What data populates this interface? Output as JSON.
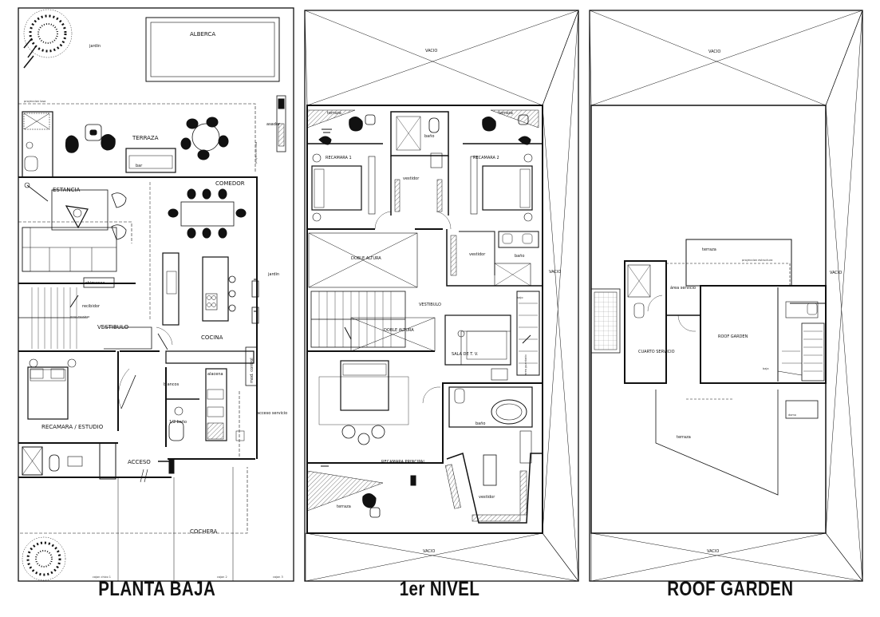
{
  "panels": {
    "planta_baja": {
      "title": "PLANTA BAJA",
      "labels": {
        "jardin_top": "jardin",
        "alberca": "ALBERCA",
        "asador": "asador",
        "terraza": "TERRAZA",
        "bar": "bar",
        "estancia": "ESTANCIA",
        "comedor": "COMEDOR",
        "jardin_right": "jardin",
        "chimenea": "chimenea",
        "recibidor": "recibidor",
        "vestibulo": "VESTIBULO",
        "cocina": "COCINA",
        "blancos": "blancos",
        "alacena": "alacena",
        "mod_control": "mod. control",
        "recamara_estudio": "RECAMARA / ESTUDIO",
        "medio_bano": "1/2 baño",
        "acceso_servicio": "acceso servicio",
        "acceso": "ACCESO",
        "cochera": "COCHERA",
        "proy_losa": "proyeccion losa",
        "proy_losa_v": "proyeccion losa",
        "proy_escalera": "proy. escalera",
        "cajon_chico": "cajon chico 1",
        "cajon2": "cajon 2",
        "cajon3": "cajon 3"
      }
    },
    "primer_nivel": {
      "title": "1er NIVEL",
      "labels": {
        "vacio_top": "VACIO",
        "terraza_l": "terraza",
        "terraza_r": "terraza",
        "bano1": "baño",
        "recamara1": "RECAMARA 1",
        "recamara2": "RECAMARA 2",
        "vestidor1": "vestidor",
        "vestidor2": "vestidor",
        "bano2": "baño",
        "vacio_right": "VACIO",
        "doble_altura1": "DOBLE ALTURA",
        "vestibulo": "VESTIBULO",
        "doble_altura2": "DOBLE ALTURA",
        "sala_tv": "SALA DE T. V.",
        "area_guardado": "area guardado",
        "bajo": "bajo",
        "bano3": "baño",
        "recamara_principal": "RECAMARA PRINCIPAL",
        "vestidor3": "vestidor",
        "terraza_b": "terraza",
        "vacio_bottom": "VACIO"
      }
    },
    "roof_garden": {
      "title": "ROOF GARDEN",
      "labels": {
        "vacio_top": "VACIO",
        "terraza_top": "terraza",
        "area_servicio": "área servicio",
        "vacio_right": "VACIO",
        "roof_garden": "ROOF GARDEN",
        "cuarto_servicio": "CUARTO SERVICIO",
        "bajo": "baja",
        "terraza_bottom": "terraza",
        "vacio_bottom": "VACIO",
        "proy_estructura": "proyeccion estructura",
        "domo": "domo"
      }
    }
  }
}
